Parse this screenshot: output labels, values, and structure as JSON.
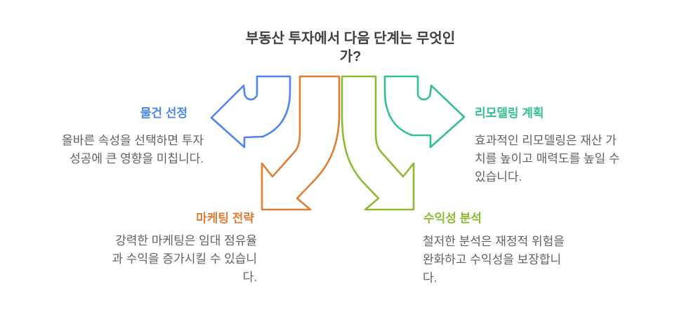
{
  "title": "부동산 투자에서 다음 단계는 무엇인\n가?",
  "colors": {
    "blue": "#4e86ec",
    "green": "#33c089",
    "orange": "#df7e35",
    "olive": "#8cba35",
    "title_text": "#3c4043",
    "body_text": "#5d6166",
    "background": "#ffffff"
  },
  "steps": [
    {
      "id": "property-selection",
      "label": "물건 선정",
      "description": "올바른 속성을 선택하면 투자\n성공에 큰 영향을 미칩니다.",
      "color": "#4e86ec",
      "arrow_direction": "left",
      "text_position": "top-left"
    },
    {
      "id": "remodeling-plan",
      "label": "리모델링 계획",
      "description": "효과적인 리모델링은 재산 가\n치를 높이고 매력도를 높일 수\n있습니다.",
      "color": "#33c089",
      "arrow_direction": "right",
      "text_position": "top-right"
    },
    {
      "id": "marketing-strategy",
      "label": "마케팅 전략",
      "description": "강력한 마케팅은 임대 점유율\n과 수익을 증가시킬 수 있습니\n다.",
      "color": "#df7e35",
      "arrow_direction": "down-left",
      "text_position": "bottom-left"
    },
    {
      "id": "profitability-analysis",
      "label": "수익성 분석",
      "description": "철저한 분석은 재정적 위험을\n완화하고 수익성을 보장합니\n다.",
      "color": "#8cba35",
      "arrow_direction": "down-right",
      "text_position": "bottom-right"
    }
  ]
}
